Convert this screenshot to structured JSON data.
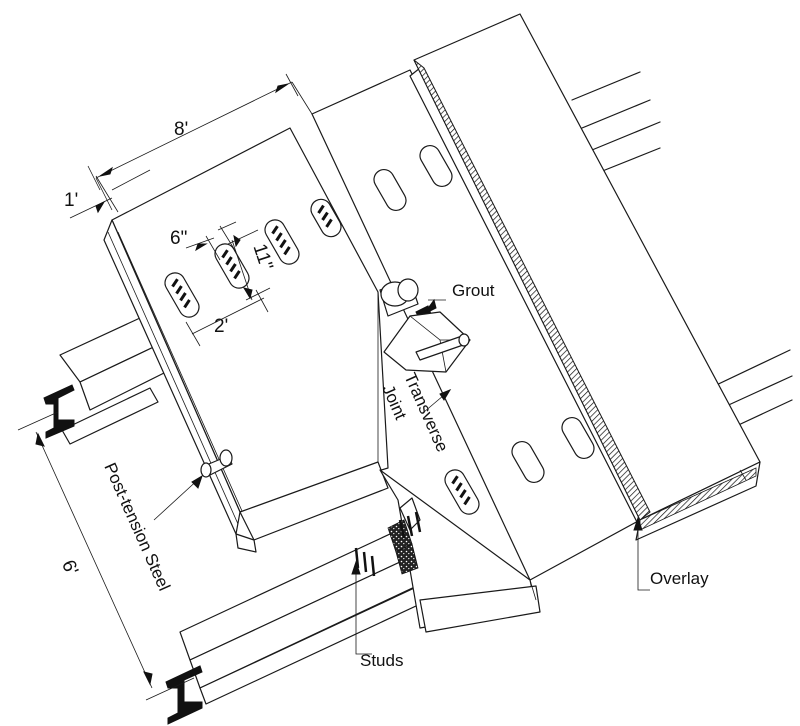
{
  "dimensions": {
    "panel_width": "8'",
    "edge_offset": "1'",
    "slot_width": "6\"",
    "slot_length": "11\"",
    "slot_spacing": "2'",
    "girder_spacing": "6'"
  },
  "labels": {
    "grout": "Grout",
    "transverse_joint": "Transverse Joint",
    "transverse_line1": "Transverse",
    "transverse_line2": "Joint",
    "post_tension": "Post-tension Steel",
    "studs": "Studs",
    "overlay": "Overlay"
  }
}
